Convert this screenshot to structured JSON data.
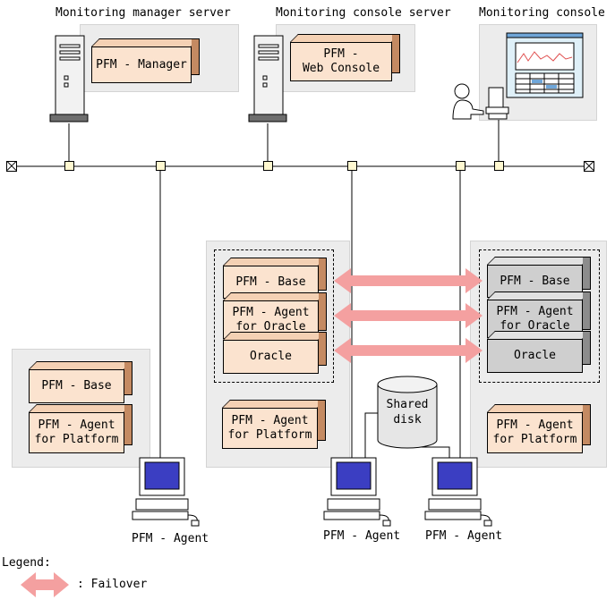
{
  "servers": {
    "manager": {
      "caption": "Monitoring manager server",
      "component": "PFM - Manager"
    },
    "console_server": {
      "caption": "Monitoring console server",
      "component": "PFM -\nWeb Console"
    },
    "console": {
      "caption": "Monitoring console"
    }
  },
  "left_host": {
    "components": [
      "PFM - Base",
      "PFM - Agent\nfor Platform"
    ],
    "pc_label": "PFM - Agent"
  },
  "cluster_active": {
    "components": [
      "PFM - Base",
      "PFM - Agent\nfor Oracle",
      "Oracle"
    ],
    "extra": "PFM - Agent\nfor Platform",
    "pc_label": "PFM - Agent"
  },
  "cluster_standby": {
    "components": [
      "PFM - Base",
      "PFM - Agent\nfor Oracle",
      "Oracle"
    ],
    "extra": "PFM - Agent\nfor Platform",
    "pc_label": "PFM - Agent"
  },
  "shared_disk": "Shared\ndisk",
  "legend": {
    "title": "Legend:",
    "failover": ": Failover"
  },
  "colors": {
    "block_face": "#fbe3cf",
    "block_side": "#c48a62",
    "arrow": "#f4a0a0",
    "panel": "#ececec",
    "node": "#fff8d0"
  }
}
